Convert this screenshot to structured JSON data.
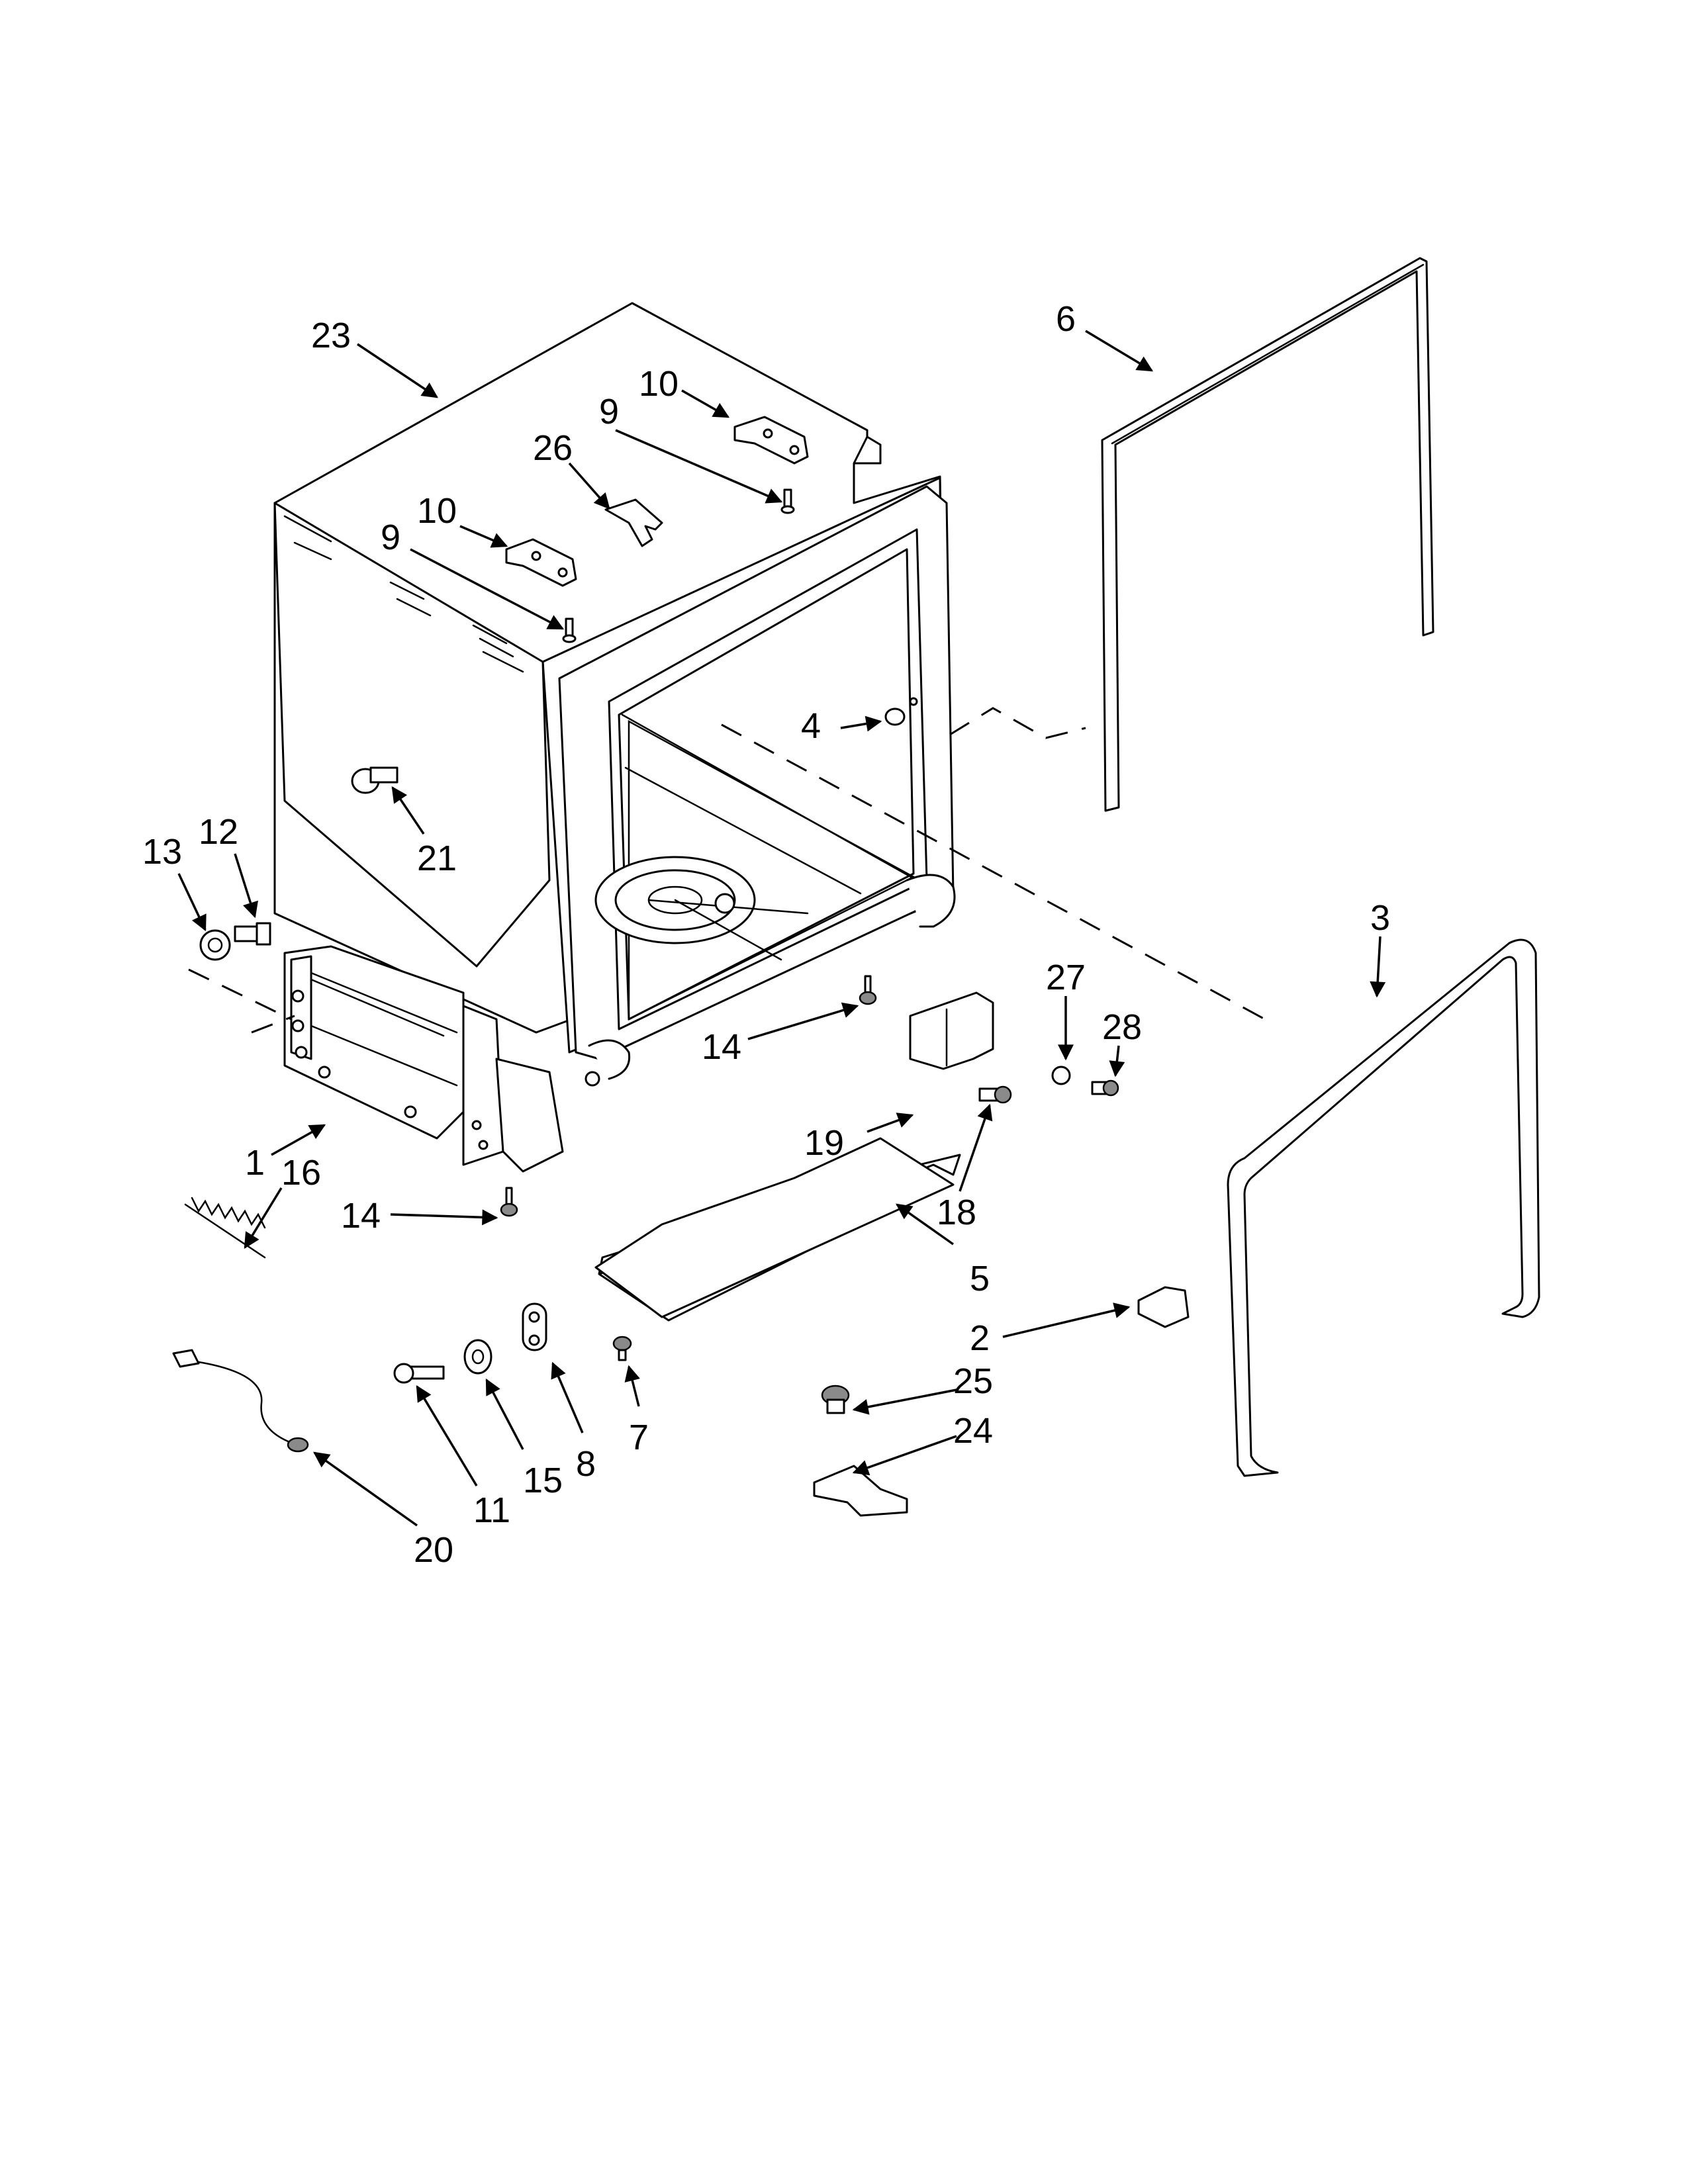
{
  "callouts": {
    "c1": "1",
    "c2": "2",
    "c3": "3",
    "c4": "4",
    "c5": "5",
    "c6": "6",
    "c7": "7",
    "c8": "8",
    "c9a": "9",
    "c9b": "9",
    "c10a": "10",
    "c10b": "10",
    "c11": "11",
    "c12": "12",
    "c13": "13",
    "c14a": "14",
    "c14b": "14",
    "c15": "15",
    "c16": "16",
    "c18": "18",
    "c19": "19",
    "c20": "20",
    "c21": "21",
    "c23": "23",
    "c24": "24",
    "c25": "25",
    "c26": "26",
    "c27": "27",
    "c28": "28"
  }
}
